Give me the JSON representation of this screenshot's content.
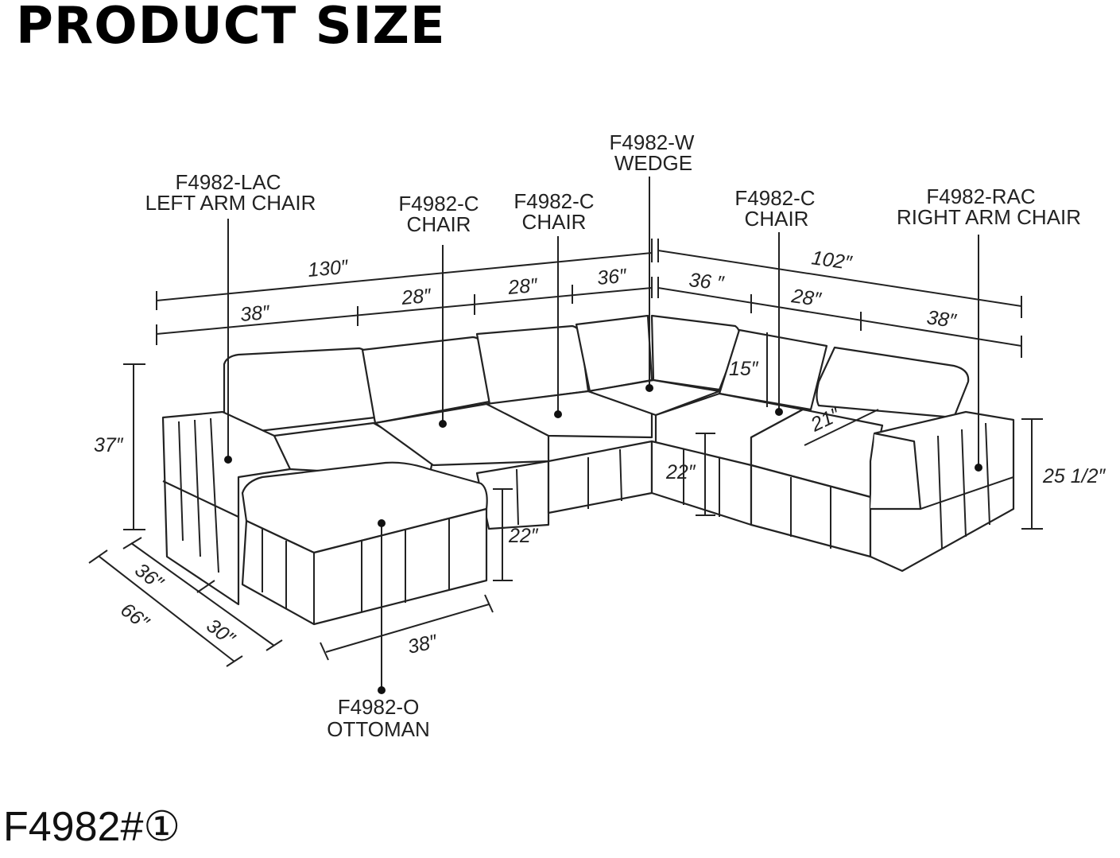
{
  "title": "PRODUCT SIZE",
  "footer": "F4982#①",
  "components": {
    "lac": {
      "code": "F4982-LAC",
      "name": "LEFT ARM CHAIR"
    },
    "c1": {
      "code": "F4982-C",
      "name": "CHAIR"
    },
    "c2": {
      "code": "F4982-C",
      "name": "CHAIR"
    },
    "w": {
      "code": "F4982-W",
      "name": "WEDGE"
    },
    "c3": {
      "code": "F4982-C",
      "name": "CHAIR"
    },
    "rac": {
      "code": "F4982-RAC",
      "name": "RIGHT ARM CHAIR"
    },
    "o": {
      "code": "F4982-O",
      "name": "OTTOMAN"
    }
  },
  "dimensions": {
    "left_total": "130″",
    "left_lac": "38″",
    "left_c1": "28″",
    "left_c2": "28″",
    "left_w": "36″",
    "right_total": "102″",
    "right_w": "36 ″",
    "right_c": "28″",
    "right_rac": "38″",
    "height": "37″",
    "back_height": "15″",
    "seat_depth": "21″",
    "seat_height_left": "22″",
    "seat_height_right": "22″",
    "arm_height": "25 1/2″",
    "depth_chair": "36″",
    "depth_total": "66″",
    "depth_ottoman": "30″",
    "ottoman_width": "38″"
  }
}
